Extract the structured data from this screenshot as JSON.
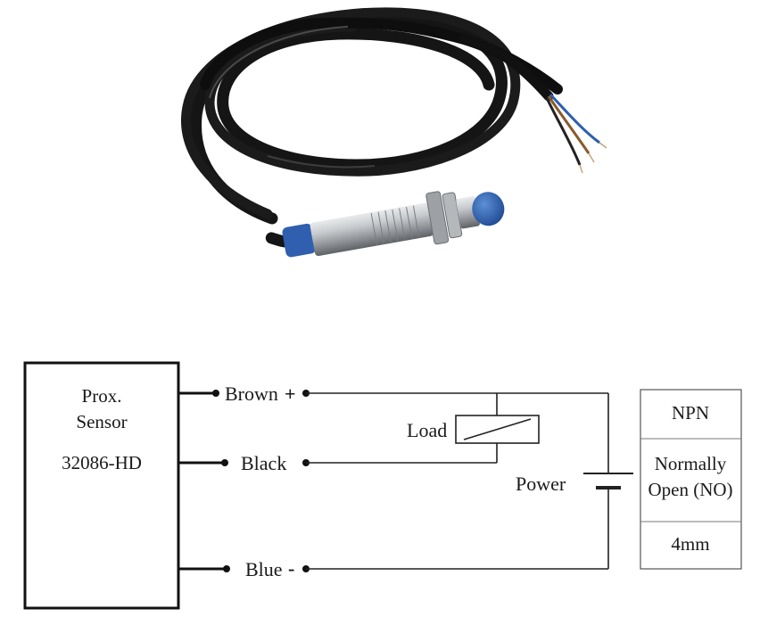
{
  "sensor_box": {
    "line1": "Prox.",
    "line2": "Sensor",
    "model": "32086-HD"
  },
  "wires": {
    "brown": "Brown",
    "black": "Black",
    "blue": "Blue",
    "plus": "+",
    "minus": "-"
  },
  "load_label": "Load",
  "power_label": "Power",
  "spec_table": {
    "type": "NPN",
    "mode_line1": "Normally",
    "mode_line2": "Open (NO)",
    "range": "4mm"
  },
  "colors": {
    "cable": "#151515",
    "sensor_cap": "#2f5fae",
    "sensor_body": "#b9bcbf",
    "wire_brown": "#8a5a2b",
    "wire_blue": "#2d5fb0"
  }
}
